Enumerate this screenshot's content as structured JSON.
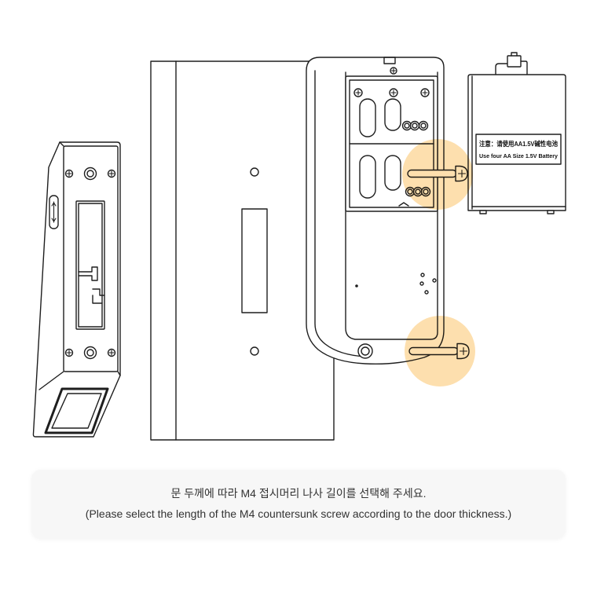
{
  "diagram": {
    "highlight_color": "#fddfae",
    "battery_label": {
      "line_1": "注意：请使用AA1.5V碱性电池",
      "line_2": "Use four AA Size 1.5V Battery"
    }
  },
  "caption": {
    "line_1": "문 두께에 따라 M4 접시머리 나사 길이를 선택해 주세요.",
    "line_2": "(Please select the length of the M4 countersunk screw according to the door thickness.)"
  }
}
